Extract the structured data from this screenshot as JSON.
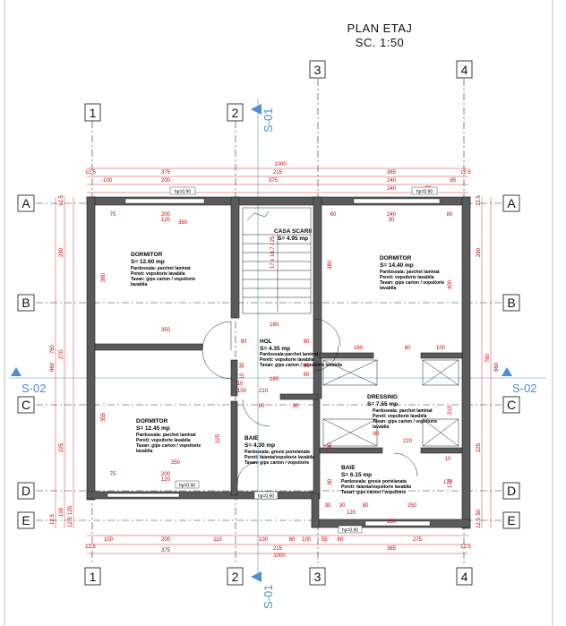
{
  "title": {
    "line1": "PLAN ETAJ",
    "line2": "SC. 1:50"
  },
  "axes": {
    "vertical": [
      "1",
      "2",
      "3",
      "4"
    ],
    "horizontal": [
      "A",
      "B",
      "C",
      "D",
      "E"
    ]
  },
  "sections": {
    "s01": "S-01",
    "s02": "S-02"
  },
  "rooms": {
    "casa_scarii": {
      "name": "CASA SCARII",
      "area": "S= 4.95 mp"
    },
    "dormitor_1": {
      "name": "DORMITOR",
      "area": "S= 12.60 mp",
      "details": [
        "Pardoseala: parchet laminat",
        "Pereti: vopsitorie lavabila",
        "Tavan: gips carton / vopsitorie",
        "lavabila"
      ]
    },
    "dormitor_2": {
      "name": "DORMITOR",
      "area": "S= 14.40 mp",
      "details": [
        "Pardoseala: parchet laminat",
        "Pereti: vopsitorie lavabila",
        "Tavan: gips carton / vopsitorie",
        "lavabila"
      ]
    },
    "hol": {
      "name": "HOL",
      "area": "S= 4.35 mp",
      "details": [
        "Pardoseala:parchet laminat",
        "Pereti: vopsitorie lavabila",
        "Tavan: gips carton / vopsitorie lavabila"
      ]
    },
    "dressing": {
      "name": "DRESSING",
      "area": "S= 7.55 mp",
      "details": [
        "Pardoseala: parchet laminat",
        "Pereti: vopsitorie lavabila",
        "Tavan: gips carton / vopsitorie",
        "lavabila"
      ]
    },
    "dormitor_3": {
      "name": "DORMITOR",
      "area": "S= 12.45 mp",
      "details": [
        "Pardoseala: parchet laminat",
        "Pereti: vopsitorie lavabila",
        "Tavan: gips carton / vopsitorie",
        "lavabila"
      ]
    },
    "baie_1": {
      "name": "BAIE",
      "area": "S= 4.30 mp",
      "details": [
        "Pardoseala: gresie portelanata",
        "Pereti: faianta/vopsitorie lavabila",
        "Tavan: gips carton / vopsitorie"
      ]
    },
    "baie_2": {
      "name": "BAIE",
      "area": "S= 6.15 mp",
      "details": [
        "Pardoseala: gresie portelanata",
        "Pereti: faianta/vopsitorie lavabila",
        "Tavan: gips carton / vopsitorie"
      ]
    }
  },
  "hp_labels": {
    "top_left": "hp=0.90",
    "top_right": "hp=0.90",
    "bottom_left": "hp=0.90",
    "bottom_mid": "hp=0.90",
    "bottom_right": "hp=0.90"
  },
  "stair_label": "17 x 16.7 / 25",
  "dims": {
    "top_row1": [
      "12.5",
      "375",
      "215",
      "385",
      "12.5"
    ],
    "top_total": "1000",
    "top_row2": [
      "100",
      "200",
      "375",
      "240",
      "85"
    ],
    "top_row3": [
      "240",
      "90"
    ],
    "bottom_row1": [
      "12.5",
      "100",
      "200",
      "110",
      "100",
      "80",
      "100",
      "55",
      "80",
      "385",
      "275",
      "12.5"
    ],
    "bottom_row2": [
      "375",
      "215",
      "1000"
    ],
    "left_vertical": [
      "12.5",
      "280",
      "270",
      "225",
      "100",
      "12.5",
      "760",
      "860",
      "12.5",
      "125"
    ],
    "right_vertical": [
      "12.5",
      "280",
      "400",
      "210",
      "225",
      "170",
      "50",
      "12.5",
      "860",
      "760"
    ],
    "interior": [
      "75",
      "200",
      "120",
      "350",
      "60",
      "240",
      "80",
      "30",
      "350",
      "180",
      "180",
      "80",
      "100",
      "90",
      "90",
      "180",
      "30",
      "90",
      "10",
      "100",
      "210",
      "90",
      "90",
      "75",
      "200",
      "120",
      "350",
      "80",
      "210",
      "10",
      "30",
      "170",
      "250",
      "120",
      "30",
      "80",
      "360",
      "380",
      "380",
      "355",
      "225",
      "90",
      "80",
      "30",
      "10"
    ]
  }
}
